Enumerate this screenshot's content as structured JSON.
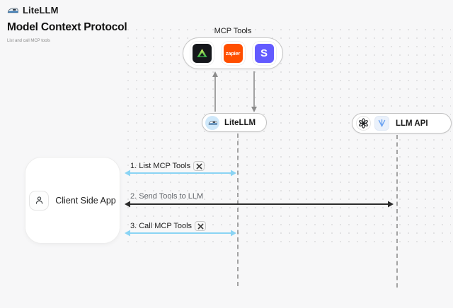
{
  "header": {
    "brand": "LiteLLM",
    "title": "Model Context Protocol",
    "subtitle": "List and call MCP tools"
  },
  "mcp_tools": {
    "label": "MCP Tools",
    "icons": [
      {
        "name": "green-triangle-logo-icon",
        "bg": "#15171b"
      },
      {
        "name": "zapier-icon",
        "text": "zapier",
        "bg": "#FF4F00"
      },
      {
        "name": "stripe-icon",
        "text": "S",
        "bg": "#635BFF"
      }
    ]
  },
  "nodes": {
    "litellm": {
      "label": "LiteLLM"
    },
    "llm_api": {
      "label": "LLM API"
    },
    "client": {
      "label": "Client Side App"
    }
  },
  "sequence": {
    "steps": [
      {
        "label": "1. List MCP Tools",
        "has_tools_badge": true,
        "direction": "client-litellm"
      },
      {
        "label": "2. Send Tools to LLM",
        "has_tools_badge": false,
        "direction": "client-llmapi"
      },
      {
        "label": "3. Call MCP Tools",
        "has_tools_badge": true,
        "direction": "client-litellm"
      }
    ]
  },
  "colors": {
    "background": "#f7f7f8",
    "blue_arrow": "#8AD4F4",
    "black_arrow": "#2b2b2b",
    "gray_arrow": "#8c8c8c",
    "lifeline": "#a3a3a3",
    "zapier_orange": "#FF4F00",
    "stripe_purple": "#635BFF",
    "litellm_circle": "#cfe8fa"
  }
}
